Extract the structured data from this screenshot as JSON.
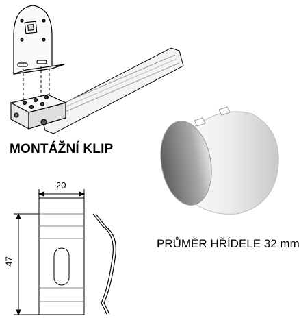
{
  "labels": {
    "mounting_clip": "MONTÁŽNÍ KLIP",
    "shaft_diameter": "PRŮMĚR HŘÍDELE 32 mm"
  },
  "dimensions": {
    "width": "20",
    "height": "47"
  },
  "colors": {
    "line": "#000000",
    "rail": "#f2f2f2",
    "shaft_light": "#ffffff",
    "shaft_dark": "#6f6f6f"
  }
}
